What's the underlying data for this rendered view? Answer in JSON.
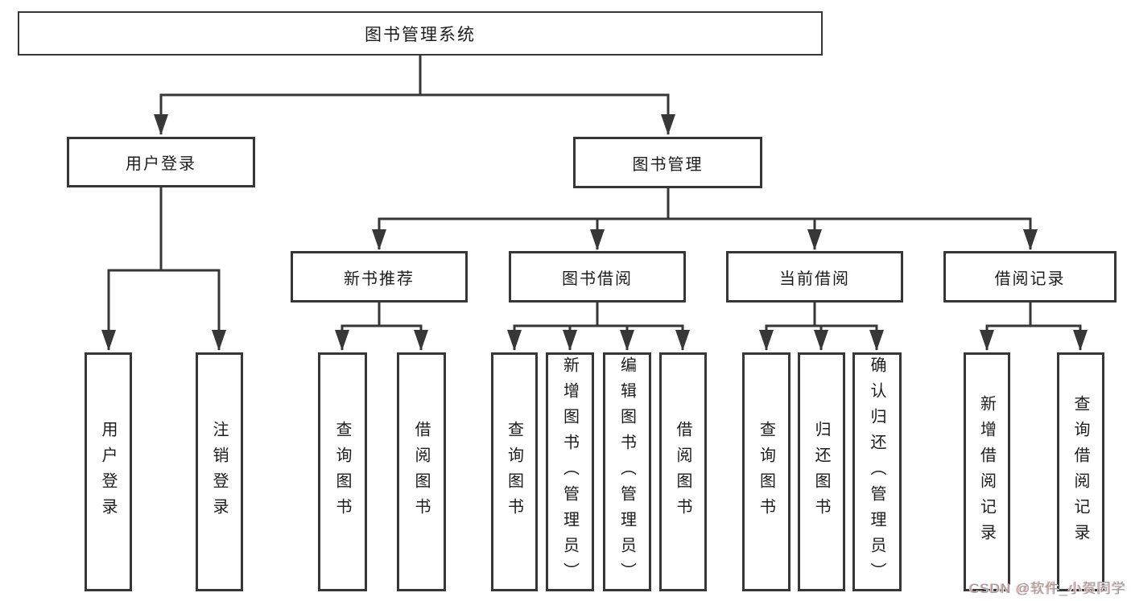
{
  "colors": {
    "line": "#373737",
    "text": "#1c1c1c",
    "node_bg": "#ffffff",
    "page_bg": "#ffffff",
    "watermark": "#9c9c9c",
    "watermark_shadow": "#f0b6b6"
  },
  "tree": {
    "root": {
      "label": "图书管理系统"
    },
    "branches": [
      {
        "label": "用户登录",
        "children": [
          {
            "label": "用户登录"
          },
          {
            "label": "注销登录"
          }
        ]
      },
      {
        "label": "图书管理",
        "groups": [
          {
            "label": "新书推荐",
            "children": [
              {
                "label": "查询图书"
              },
              {
                "label": "借阅图书"
              }
            ]
          },
          {
            "label": "图书借阅",
            "children": [
              {
                "label": "查询图书"
              },
              {
                "label": "新增图书（管理员）"
              },
              {
                "label": "编辑图书（管理员）"
              },
              {
                "label": "借阅图书"
              }
            ]
          },
          {
            "label": "当前借阅",
            "children": [
              {
                "label": "查询图书"
              },
              {
                "label": "归还图书"
              },
              {
                "label": "确认归还（管理员）"
              }
            ]
          },
          {
            "label": "借阅记录",
            "children": [
              {
                "label": "新增借阅记录"
              },
              {
                "label": "查询借阅记录"
              }
            ]
          }
        ]
      }
    ]
  },
  "watermark": {
    "text": "CSDN @软件_小贺同学"
  }
}
